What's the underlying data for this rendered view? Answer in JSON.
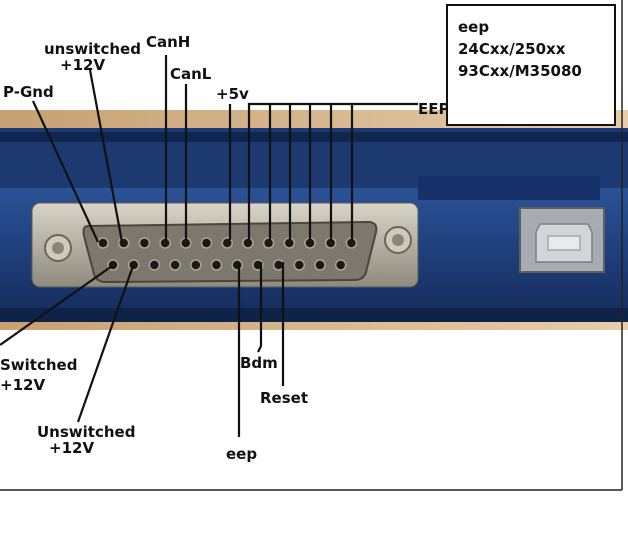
{
  "info_box": {
    "line1": "eep",
    "line2": "24Cxx/250xx",
    "line3": "93Cxx/M35080"
  },
  "labels": {
    "unswitched_top_1": "unswitched",
    "unswitched_top_2": "+12V",
    "p_gnd": "P-Gnd",
    "canh": "CanH",
    "canl": "CanL",
    "plus5v": "+5v",
    "eep_top": "EEP",
    "switched_1": "Switched",
    "switched_2": "+12V",
    "unswitched_bottom_1": "Unswitched",
    "unswitched_bottom_2": "+12V",
    "bdm": "Bdm",
    "reset": "Reset",
    "eep_bottom": "eep"
  },
  "colors": {
    "device_blue": "#1f3f7a",
    "device_dark": "#0f2348",
    "metal": "#b9b4a6",
    "usb_port": "#b8bcc0",
    "wire": "#111111"
  },
  "icons": {
    "connector": "db25-connector-icon",
    "usb": "usb-b-port-icon"
  }
}
